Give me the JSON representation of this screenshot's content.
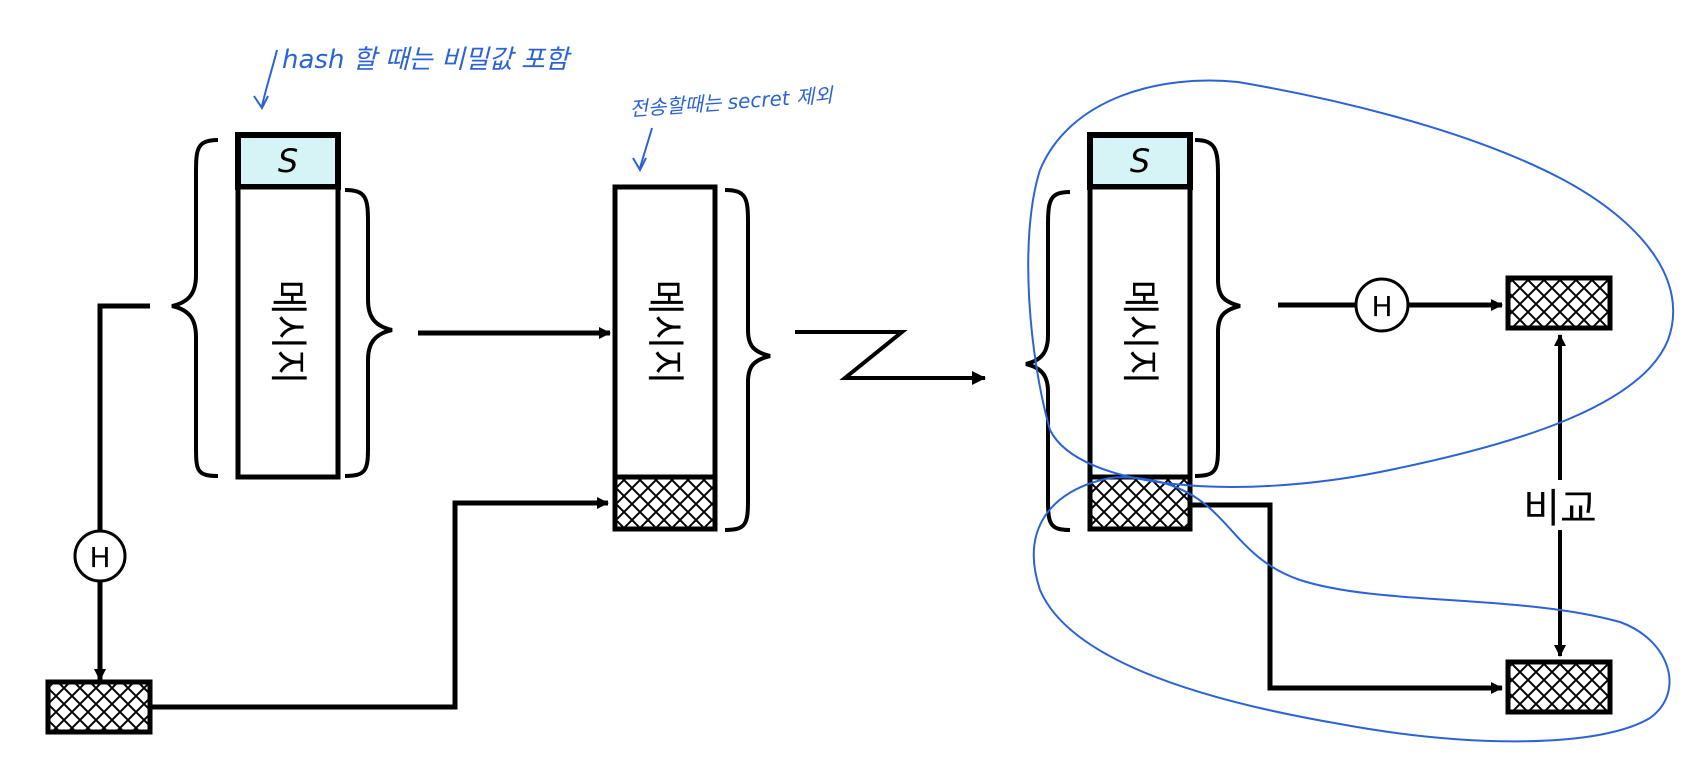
{
  "diagram": {
    "secret_label": "S",
    "message_label": "메시지",
    "hash_label": "H",
    "compare_label": "비교",
    "annotation_hash": "hash 할 때는 비밀값 포함",
    "annotation_send": "전송할때는 secret 제외"
  },
  "colors": {
    "secret_fill": "#d6f3f6",
    "line": "#000000",
    "annotation": "#2b63d6"
  }
}
